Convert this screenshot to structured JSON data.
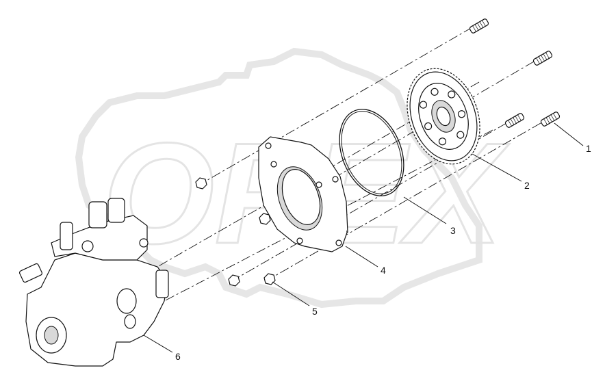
{
  "diagram": {
    "watermark": "OPEX",
    "callouts": [
      {
        "id": "1",
        "label": "1"
      },
      {
        "id": "2",
        "label": "2"
      },
      {
        "id": "3",
        "label": "3"
      },
      {
        "id": "4",
        "label": "4"
      },
      {
        "id": "5",
        "label": "5"
      },
      {
        "id": "6",
        "label": "6"
      }
    ]
  }
}
